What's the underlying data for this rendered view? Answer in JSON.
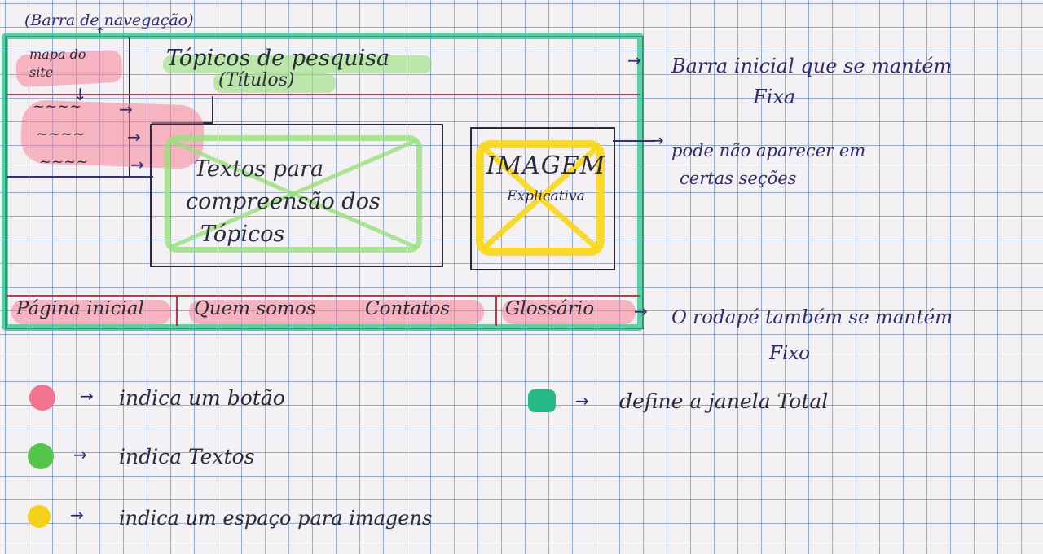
{
  "header_note": "(Barra de navegação)",
  "mockup": {
    "logo_button": [
      "mapa do",
      "site"
    ],
    "top_bar_title": "Tópicos de pesquisa",
    "top_bar_subtitle": "(Títulos)",
    "text_area": [
      "Textos para",
      "compreensão dos",
      "Tópicos"
    ],
    "image_area": [
      "IMAGEM",
      "Explicativa"
    ],
    "footer_buttons": [
      "Página inicial",
      "Quem somos",
      "Contatos",
      "Glossário"
    ]
  },
  "annotations": {
    "top_bar": [
      "Barra inicial que se mantém",
      "Fixa"
    ],
    "image": [
      "pode não aparecer em",
      "certas seções"
    ],
    "footer": [
      "O rodapé também se mantém",
      "Fixo"
    ]
  },
  "legend": [
    {
      "color": "#f1738d",
      "label": "indica um botão"
    },
    {
      "color": "#54c64a",
      "label": "indica Textos"
    },
    {
      "color": "#f5d21a",
      "label": "indica um espaço para imagens"
    },
    {
      "color": "#27b88a",
      "label": "define a janela Total"
    }
  ]
}
